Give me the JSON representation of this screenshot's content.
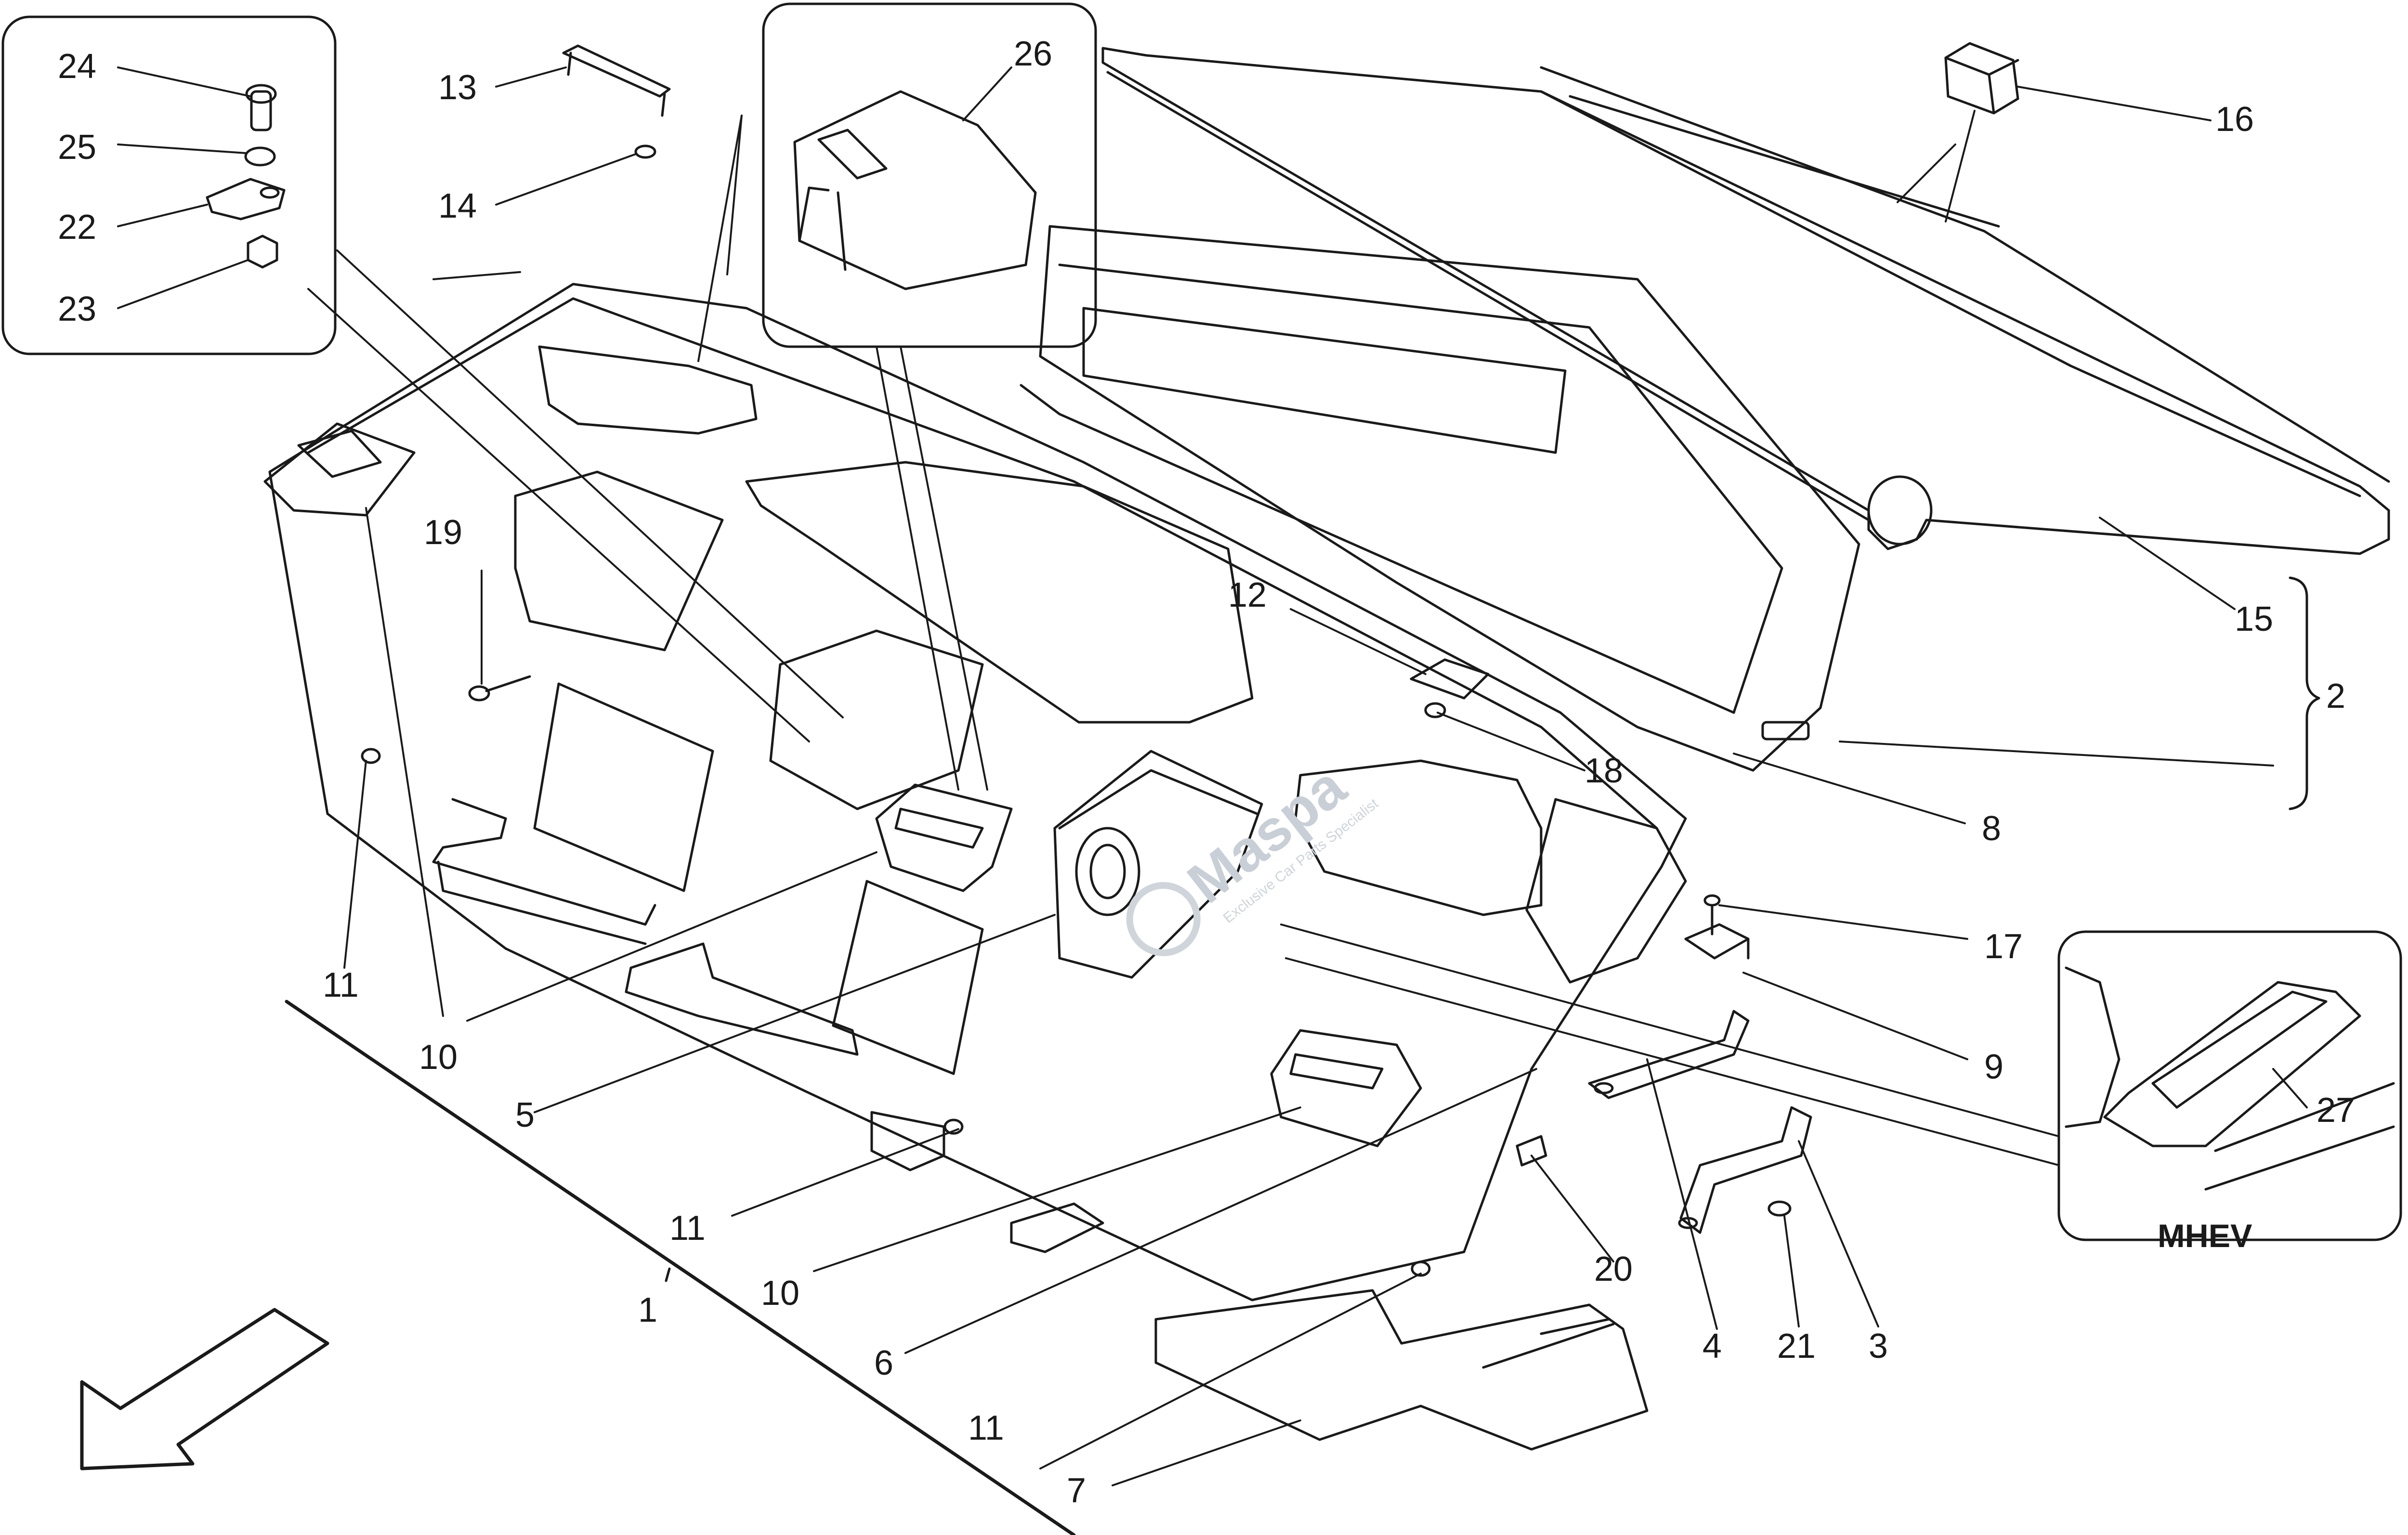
{
  "callouts": {
    "c24": "24",
    "c25": "25",
    "c22": "22",
    "c23": "23",
    "c13": "13",
    "c14": "14",
    "c26": "26",
    "c16": "16",
    "c15": "15",
    "c2": "2",
    "c12": "12",
    "c18": "18",
    "c8": "8",
    "c19": "19",
    "c11a": "11",
    "c10a": "10",
    "c5": "5",
    "c17": "17",
    "c9": "9",
    "c27": "27",
    "c11b": "11",
    "c10b": "10",
    "c6": "6",
    "c20": "20",
    "c1": "1",
    "c11c": "11",
    "c4": "4",
    "c21": "21",
    "c3": "3",
    "c7": "7"
  },
  "inset_label": "MHEV",
  "watermark": {
    "name": "Maspa",
    "tagline": "Exclusive Car Parts Specialist"
  }
}
